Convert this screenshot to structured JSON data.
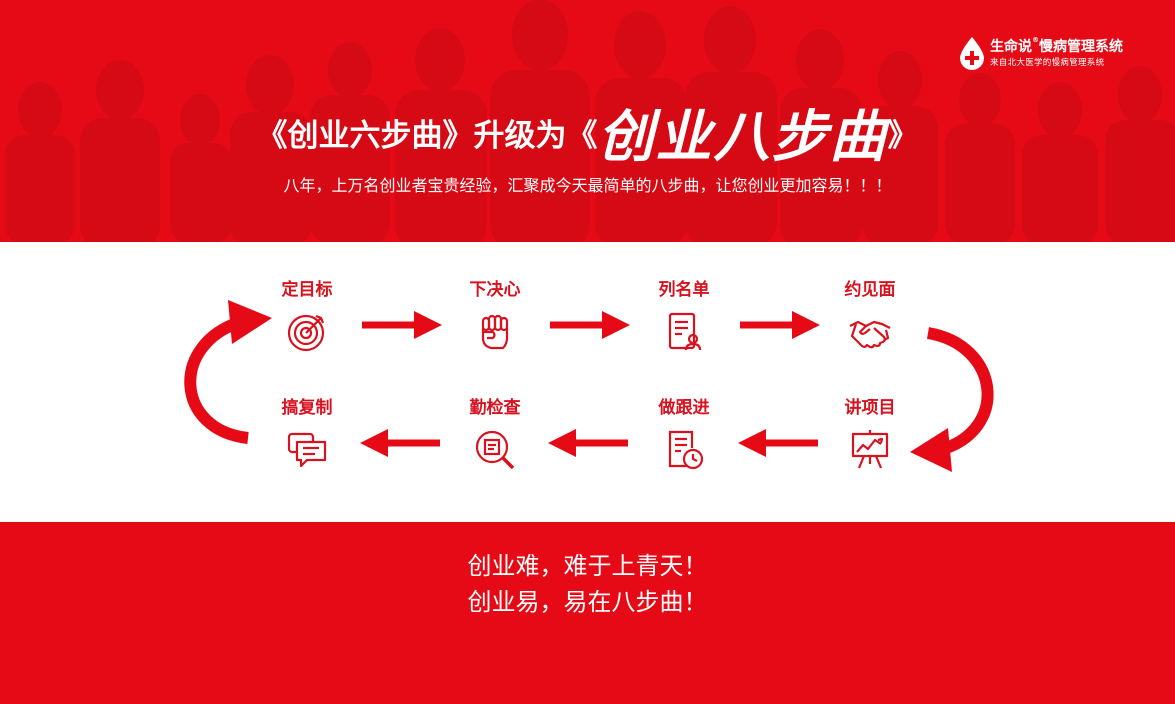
{
  "brand": {
    "name": "生命说",
    "reg_mark": "®",
    "system": "慢病管理系统",
    "subtitle": "来自北大医学的慢病管理系统"
  },
  "headline": {
    "prefix": "《创业六步曲》升级为《",
    "main": "创业八步曲",
    "suffix": "》"
  },
  "subtitle": "八年，上万名创业者宝贵经验，汇聚成今天最简单的八步曲，让您创业更加容易！！！",
  "steps": [
    {
      "label": "定目标",
      "icon": "target-icon"
    },
    {
      "label": "下决心",
      "icon": "fist-icon"
    },
    {
      "label": "列名单",
      "icon": "name-list-icon"
    },
    {
      "label": "约见面",
      "icon": "handshake-icon"
    },
    {
      "label": "讲项目",
      "icon": "presentation-icon"
    },
    {
      "label": "做跟进",
      "icon": "document-clock-icon"
    },
    {
      "label": "勤检查",
      "icon": "magnifier-document-icon"
    },
    {
      "label": "搞复制",
      "icon": "copy-chat-icon"
    }
  ],
  "slogan": {
    "line1": "创业难，难于上青天！",
    "line2": "创业易，易在八步曲！"
  },
  "colors": {
    "primary_red": "#e60a16",
    "icon_red": "#d9121f",
    "white": "#ffffff"
  }
}
